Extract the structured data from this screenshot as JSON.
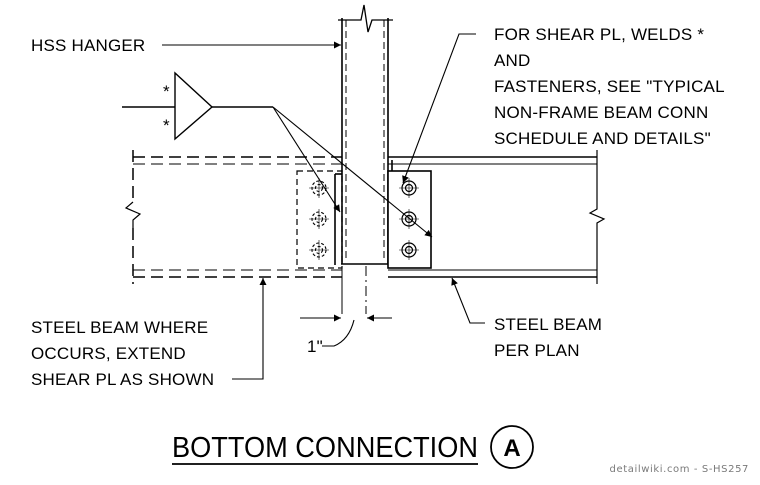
{
  "labels": {
    "hss_hanger": "HSS HANGER",
    "weld_symbol": "*",
    "note_shear_pl_lines": [
      "FOR SHEAR PL, WELDS  *",
      "AND",
      "FASTENERS, SEE \"TYPICAL",
      "NON-FRAME BEAM CONN",
      "SCHEDULE AND DETAILS\""
    ],
    "steel_beam_where_lines": [
      "STEEL BEAM WHERE",
      "OCCURS, EXTEND",
      "SHEAR PL AS SHOWN"
    ],
    "steel_beam_plan_lines": [
      "STEEL BEAM",
      "PER PLAN"
    ],
    "dimension": "1\""
  },
  "title": {
    "text": "BOTTOM CONNECTION",
    "detail_letter": "A"
  },
  "watermark": "detailwiki.com - S-HS257"
}
